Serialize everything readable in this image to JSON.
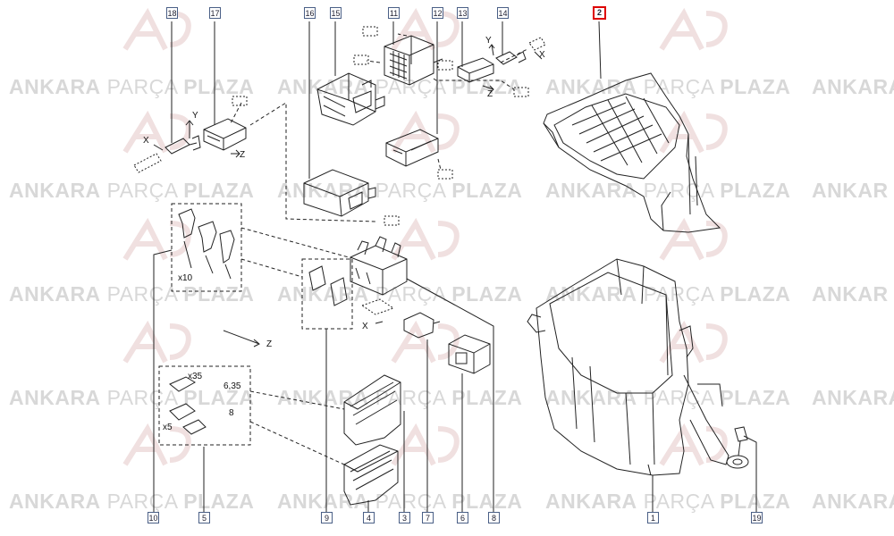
{
  "watermark": {
    "brand_a": "ANKARA",
    "brand_b": "PARÇA",
    "brand_c": "PLAZA",
    "brand_d": "ANKAR",
    "color": "#d8d8d8"
  },
  "callouts": {
    "c18": "18",
    "c17": "17",
    "c16": "16",
    "c15": "15",
    "c11": "11",
    "c12": "12",
    "c13": "13",
    "c14": "14",
    "c2": "2",
    "c10": "10",
    "c5": "5",
    "c9": "9",
    "c4": "4",
    "c3": "3",
    "c7": "7",
    "c6": "6",
    "c8": "8",
    "c1": "1",
    "c19": "19"
  },
  "labels": {
    "qty_x10": "x10",
    "qty_x35": "x35",
    "qty_x5": "x5",
    "size_635": "6,35",
    "size_8": "8",
    "axis_x": "X",
    "axis_y": "Y",
    "axis_z": "Z"
  },
  "colors": {
    "line": "#222222",
    "callout_border": "#4a5f86",
    "highlight": "#dd0000"
  }
}
